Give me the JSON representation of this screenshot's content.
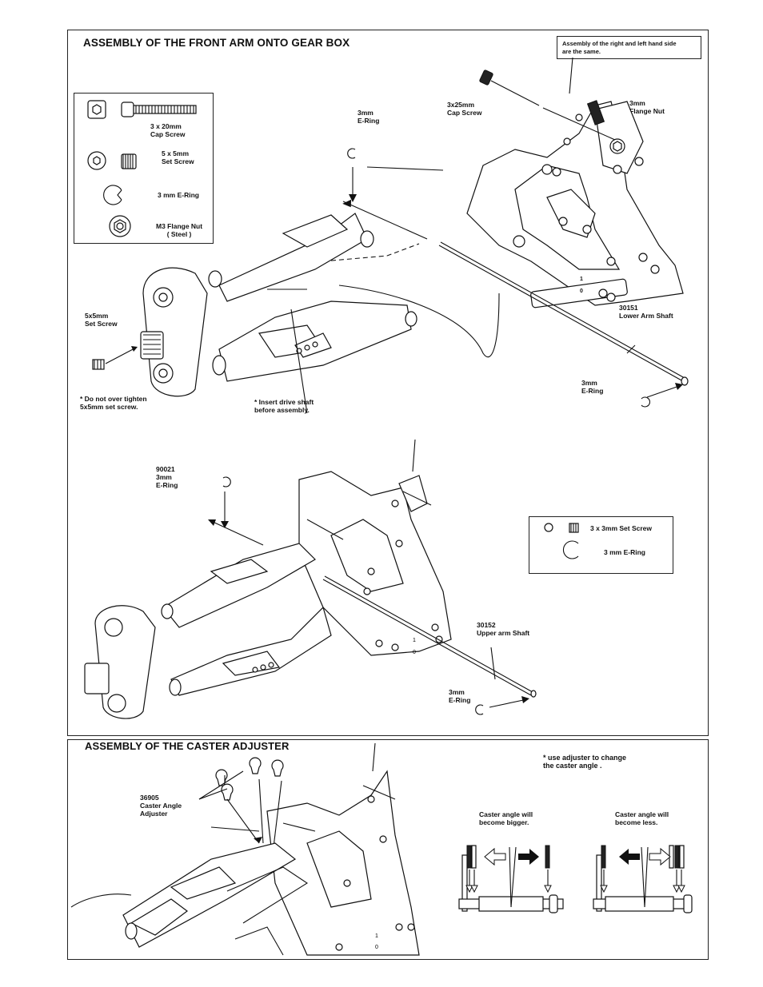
{
  "section1": {
    "title": "ASSEMBLY OF THE FRONT ARM ONTO GEAR BOX",
    "note_box": "Assembly of the right and left hand side\nare the same.",
    "parts_legend": {
      "cap_screw": "3 x 20mm\nCap Screw",
      "set_screw": "5 x 5mm\nSet Screw",
      "e_ring": "3 mm E-Ring",
      "flange_nut": "M3  Flange  Nut\n( Steel )"
    },
    "callouts": {
      "e_ring_top": "3mm\nE-Ring",
      "cap_screw": "3x25mm\nCap Screw",
      "flange_nut": "3mm\nFlange Nut",
      "lower_shaft": "30151\nLower Arm  Shaft",
      "e_ring_right": "3mm\nE-Ring",
      "set_screw": "5x5mm\nSet Screw",
      "warning": "* Do not over tighten\n    5x5mm set screw.",
      "drive_shaft": "* Insert drive  shaft\n      before assembly."
    }
  },
  "section2": {
    "callouts": {
      "e_ring": "90021\n3mm\nE-Ring",
      "upper_shaft": "30152\nUpper arm Shaft",
      "e_ring_bottom": "3mm\nE-Ring"
    },
    "parts_legend": {
      "set_screw": "3 x 3mm Set Screw",
      "e_ring": "3 mm E-Ring"
    }
  },
  "section3": {
    "title": "ASSEMBLY OF THE CASTER ADJUSTER",
    "note": "* use  adjuster to change\n   the caster angle .",
    "adjuster_label": "36905\nCaster Angle\nAdjuster",
    "bigger": "Caster angle will\nbecome bigger.",
    "less": "Caster angle will\nbecome less."
  },
  "gearbox_digits": [
    "1",
    "0"
  ]
}
